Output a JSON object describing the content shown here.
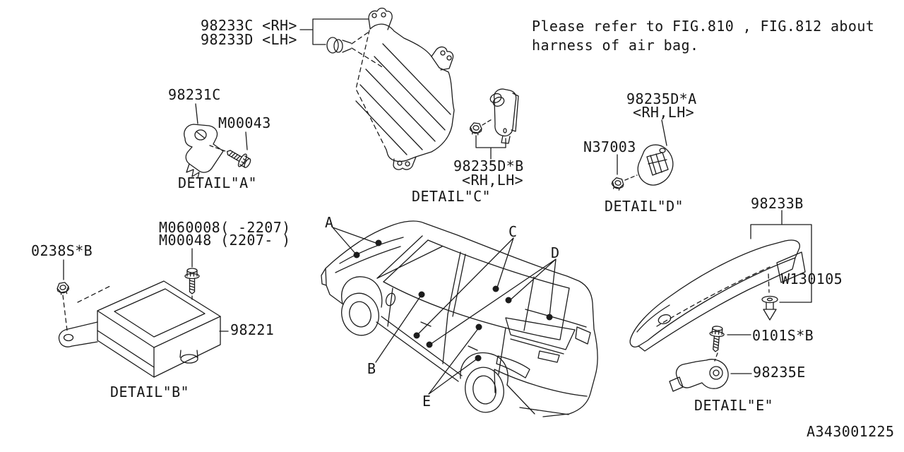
{
  "page": {
    "background": "#ffffff",
    "line_color": "#1c1c1c",
    "diagram_code": "A343001225"
  },
  "note": {
    "line1": "Please refer to FIG.810 , FIG.812 about",
    "line2": "harness of air bag."
  },
  "callouts": {
    "p98233c": "98233C <RH>",
    "p98233d": "98233D <LH>",
    "p98231c": "98231C",
    "m00043": "M00043",
    "detail_a": "DETAIL\"A\"",
    "p98235db": "98235D*B",
    "p98235db_side": "<RH,LH>",
    "detail_c": "DETAIL\"C\"",
    "p98235da": "98235D*A",
    "p98235da_side": "<RH,LH>",
    "n37003": "N37003",
    "detail_d": "DETAIL\"D\"",
    "p0238sb": "0238S*B",
    "m060008": "M060008( -2207)",
    "m00048": "M00048 (2207- )",
    "p98221": "98221",
    "detail_b": "DETAIL\"B\"",
    "p98233b": "98233B",
    "w130105": "W130105",
    "p0101sb": "0101S*B",
    "p98235e": "98235E",
    "detail_e": "DETAIL\"E\"",
    "marker_a": "A",
    "marker_b": "B",
    "marker_c": "C",
    "marker_d": "D",
    "marker_e": "E"
  }
}
